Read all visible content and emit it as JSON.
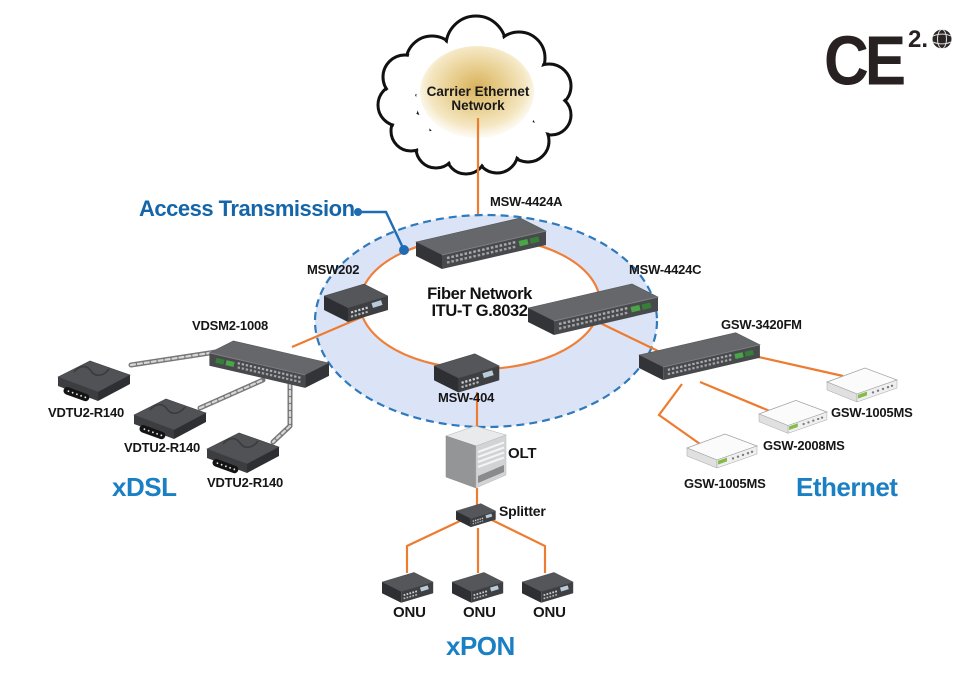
{
  "logo": {
    "ce": "CE",
    "version": "2."
  },
  "cloud": {
    "title_line1": "Carrier Ethernet",
    "title_line2": "Network"
  },
  "callout": {
    "label": "Access Transmission"
  },
  "ring": {
    "title_line1": "Fiber Network",
    "title_line2": "ITU-T G.8032"
  },
  "devices": {
    "msw4424a": "MSW-4424A",
    "msw202": "MSW202",
    "msw4424c": "MSW-4424C",
    "msw404": "MSW-404",
    "vdsm2": "VDSM2-1008",
    "vdtu1": "VDTU2-R140",
    "vdtu2": "VDTU2-R140",
    "vdtu3": "VDTU2-R140",
    "gsw3420fm": "GSW-3420FM",
    "gsw1005ms_a": "GSW-1005MS",
    "gsw2008ms": "GSW-2008MS",
    "gsw1005ms_b": "GSW-1005MS",
    "olt": "OLT",
    "splitter": "Splitter",
    "onu1": "ONU",
    "onu2": "ONU",
    "onu3": "ONU"
  },
  "sections": {
    "left": "xDSL",
    "right": "Ethernet",
    "bottom": "xPON"
  },
  "colors": {
    "line_orange": "#ed7c30",
    "ring_orange": "#ef7f3a",
    "ellipse_fill": "#dbe4f6",
    "ellipse_border": "#2f79bd",
    "section_blue": "#1b7fc4",
    "callout_blue": "#1566a9",
    "cable_gray": "#8c8c8c"
  }
}
